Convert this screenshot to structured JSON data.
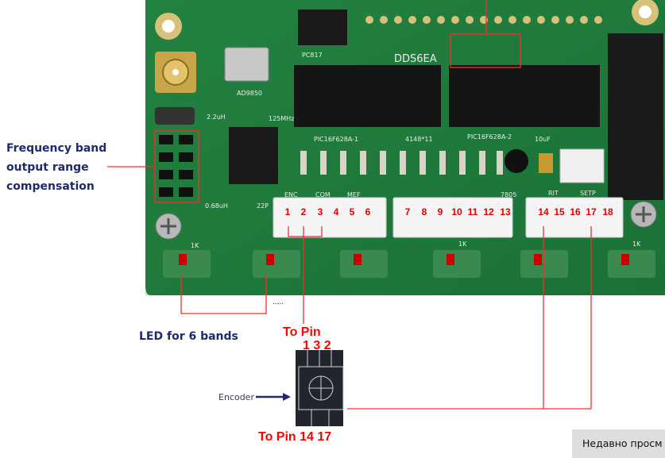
{
  "annotations": {
    "freq_line1": "Frequency band",
    "freq_line2": "output range",
    "freq_line3": "compensation",
    "led_label": "LED for 6 bands",
    "led_dots": ".....",
    "to_pin_top": "To Pin",
    "to_pin_top_nums": "1 3 2",
    "to_pin_bottom": "To Pin 14 17",
    "encoder": "Encoder"
  },
  "board": {
    "ic_label_1": "PIC16F628A-1",
    "ic_label_2": "PIC16F628A-2",
    "ic_label_mid": "4148*11",
    "dds_label": "DDS6EA",
    "ad_label": "AD9850",
    "pc817": "PC817",
    "inductor1": "2.2uH",
    "inductor2": "0.68uH",
    "cap1": "22P",
    "cap2": "10uF",
    "reg": "7805",
    "mhz": "125MHz",
    "res": "1K",
    "silk_enc": "ENC",
    "silk_com": "COM",
    "silk_mef": "MEF",
    "silk_rit": "RIT",
    "silk_setp": "SETP",
    "pins_group1": [
      "1",
      "2",
      "3",
      "4",
      "5",
      "6"
    ],
    "pins_group2": [
      "7",
      "8",
      "9",
      "10",
      "11",
      "12",
      "13"
    ],
    "pins_group3": [
      "14",
      "15",
      "16",
      "17",
      "18"
    ]
  },
  "recent_button": "Недавно просм",
  "colors": {
    "board": "#1e7a3c",
    "annot_red": "#ff0000",
    "label_navy": "#1e2a6e"
  }
}
